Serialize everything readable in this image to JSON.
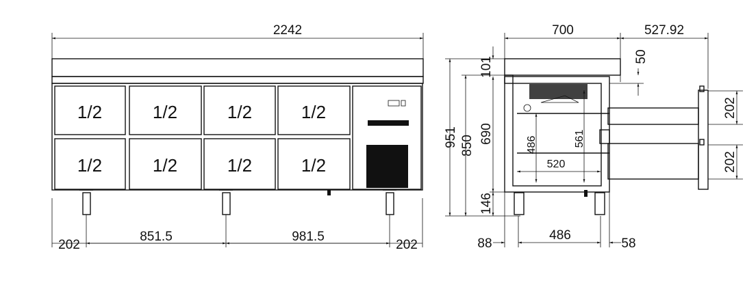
{
  "front_view": {
    "overall_width": "2242",
    "drawer_labels": [
      "1/2",
      "1/2",
      "1/2",
      "1/2",
      "1/2",
      "1/2",
      "1/2",
      "1/2"
    ],
    "bottom_dims": [
      "202",
      "851.5",
      "981.5",
      "202"
    ]
  },
  "side_view": {
    "depth": "700",
    "drawer_extension": "527.92",
    "backsplash_offset": "50",
    "total_height": "951",
    "counter_height": "850",
    "body_height": "690",
    "backsplash_height": "101",
    "leg_height": "146",
    "inner_depth": "520",
    "inner_height_a": "486",
    "inner_height_b": "561",
    "drawer_heights": [
      "202",
      "202"
    ],
    "bottom_dims": [
      "88",
      "486",
      "58"
    ]
  }
}
